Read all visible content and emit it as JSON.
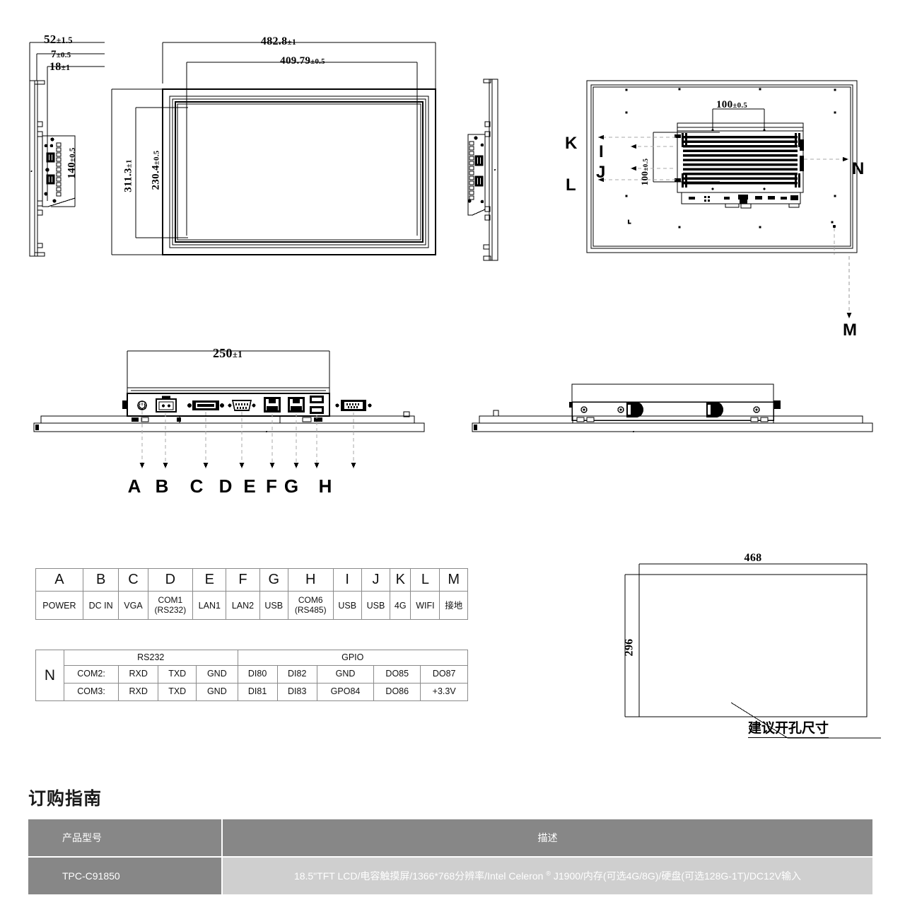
{
  "dimensions": {
    "side_depth_total": "52",
    "side_depth_total_tol": "±1.5",
    "bezel_thickness": "7",
    "bezel_thickness_tol": "±0.5",
    "front_frame_depth": "18",
    "front_frame_depth_tol": "±1",
    "io_block_height": "140",
    "io_block_height_tol": "±0.5",
    "front_width": "482.8",
    "front_width_tol": "±1",
    "active_width": "409.79",
    "active_width_tol": "±0.5",
    "front_height": "311.3",
    "front_height_tol": "±1",
    "active_height": "230.4",
    "active_height_tol": "±0.5",
    "vesa_horizontal": "100",
    "vesa_horizontal_tol": "±0.5",
    "vesa_vertical": "100",
    "vesa_vertical_tol": "±0.5",
    "io_span": "250",
    "io_span_tol": "±1",
    "cutout_width": "468",
    "cutout_height": "296",
    "cutout_note": "建议开孔尺寸"
  },
  "callouts": {
    "bottom_row": [
      "A",
      "B",
      "C",
      "D",
      "E",
      "F",
      "G",
      "H"
    ],
    "back_left": [
      "K",
      "I",
      "J",
      "L"
    ],
    "back_right": "N",
    "back_bottom": "M"
  },
  "io_table": {
    "letters": [
      "A",
      "B",
      "C",
      "D",
      "E",
      "F",
      "G",
      "H",
      "I",
      "J",
      "K",
      "L",
      "M"
    ],
    "values": [
      "POWER",
      "DC IN",
      "VGA",
      "COM1\n(RS232)",
      "LAN1",
      "LAN2",
      "USB",
      "COM6\n(RS485)",
      "USB",
      "USB",
      "4G",
      "WIFI",
      "接地"
    ]
  },
  "n_table": {
    "row_letter": "N",
    "group_rs232": "RS232",
    "group_gpio": "GPIO",
    "rows": [
      {
        "port": "COM2:",
        "rs232": [
          "RXD",
          "TXD",
          "GND"
        ],
        "gpio": [
          "DI80",
          "DI82",
          "GND",
          "DO85",
          "DO87"
        ]
      },
      {
        "port": "COM3:",
        "rs232": [
          "RXD",
          "TXD",
          "GND"
        ],
        "gpio": [
          "DI81",
          "DI83",
          "GPO84",
          "DO86",
          "+3.3V"
        ]
      }
    ]
  },
  "ordering_guide": {
    "title": "订购指南",
    "headers": [
      "产品型号",
      "描述"
    ],
    "rows": [
      {
        "model": "TPC-C91850",
        "desc_pre": "18.5\"TFT LCD/电容触摸屏/1366*768分辨率/Intel Celeron ",
        "desc_sup": "®",
        "desc_post": " J1900/内存(可选4G/8G)/硬盘(可选128G-1T)/DC12V输入"
      }
    ]
  },
  "colors": {
    "header_gray": "#878787",
    "row_gray": "#cfcfcf",
    "line": "#000000",
    "table_border": "#8a8a8a"
  }
}
